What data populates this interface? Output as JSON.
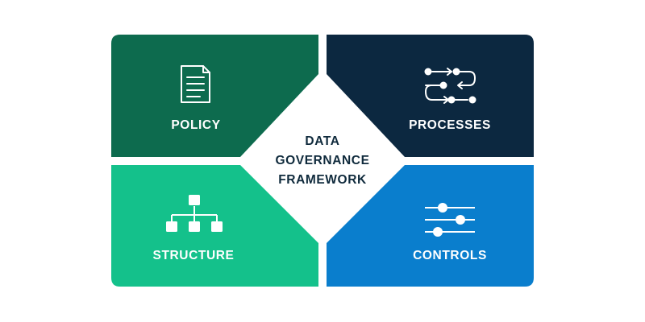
{
  "center_title": [
    "DATA",
    "GOVERNANCE",
    "FRAMEWORK"
  ],
  "quadrants": {
    "policy": {
      "label": "POLICY",
      "icon": "document-icon",
      "color": "#0d6b4e"
    },
    "processes": {
      "label": "PROCESSES",
      "icon": "process-flow-icon",
      "color": "#0c2840"
    },
    "structure": {
      "label": "STRUCTURE",
      "icon": "org-chart-icon",
      "color": "#14c18b"
    },
    "controls": {
      "label": "CONTROLS",
      "icon": "sliders-icon",
      "color": "#0a7ecd"
    }
  },
  "colors": {
    "center_text": "#0f2a3c",
    "icon_stroke": "#ffffff",
    "background": "#ffffff"
  }
}
